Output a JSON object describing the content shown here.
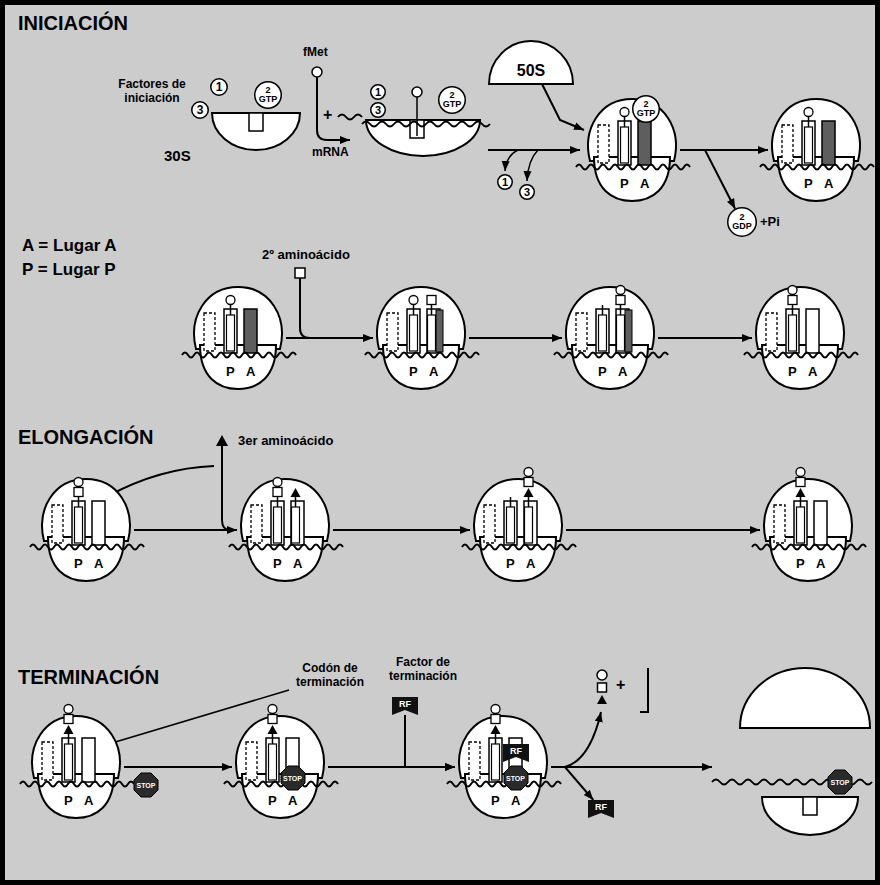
{
  "diagram": {
    "nodes": [
      {
        "text": [
          "1"
        ]
      },
      {
        "text": [
          "3"
        ]
      },
      {
        "text": [
          "2",
          "GTP"
        ]
      },
      {
        "text": [
          "30S"
        ]
      },
      {
        "text": [
          "1"
        ]
      },
      {
        "text": [
          "3"
        ]
      },
      {
        "text": [
          "2",
          "GTP"
        ]
      },
      {
        "text": [
          "50S"
        ]
      },
      {
        "text": [
          "P",
          "A"
        ]
      },
      {
        "text": [
          "2",
          "GTP"
        ],
        "in": 8
      },
      {
        "text": [
          "1"
        ]
      },
      {
        "text": [
          "3"
        ]
      },
      {
        "text": [
          "P",
          "A"
        ]
      },
      {
        "text": [
          "2",
          "GDP"
        ]
      },
      {
        "text": [
          "P",
          "A"
        ]
      },
      {
        "text": [
          "P",
          "A"
        ]
      },
      {
        "text": [
          "P",
          "A"
        ]
      },
      {
        "text": [
          "P",
          "A"
        ]
      },
      {
        "text": [
          "P",
          "A"
        ]
      },
      {
        "text": [
          "P",
          "A"
        ]
      },
      {
        "text": [
          "P",
          "A"
        ]
      },
      {
        "text": [
          "P",
          "A"
        ]
      },
      {
        "text": [
          "P",
          "A"
        ]
      },
      {
        "text": [
          "STOP"
        ]
      },
      {
        "text": [
          "P",
          "A"
        ]
      },
      {
        "text": [
          "STOP"
        ],
        "in": 24
      },
      {
        "text": [
          "RF"
        ]
      },
      {
        "text": [
          "P",
          "A"
        ]
      },
      {
        "text": [
          "RF"
        ],
        "in": 27
      },
      {
        "text": [
          "STOP"
        ],
        "in": 27
      },
      {
        "text": [
          "RF"
        ]
      },
      {
        "text": [
          "STOP"
        ]
      }
    ],
    "edges": [
      {
        "from": 7,
        "to": 8,
        "arrow": "to"
      },
      {
        "from": 8,
        "to": 12,
        "arrow": "to"
      },
      {
        "from": 8,
        "to": 13,
        "arrow": "to"
      },
      {
        "from": 14,
        "to": 15,
        "arrow": "to"
      },
      {
        "from": 15,
        "to": 16,
        "arrow": "to"
      },
      {
        "from": 16,
        "to": 17,
        "arrow": "to"
      },
      {
        "from": 18,
        "to": 19,
        "arrow": "to"
      },
      {
        "from": 19,
        "to": 20,
        "arrow": "to"
      },
      {
        "from": 20,
        "to": 21,
        "arrow": "to"
      },
      {
        "from": 22,
        "to": 24,
        "arrow": "to"
      },
      {
        "from": 24,
        "to": 27,
        "arrow": "to"
      },
      {
        "from": 26,
        "to": 27,
        "arrow": "to"
      },
      {
        "from": 27,
        "to": 30,
        "arrow": "to"
      }
    ],
    "labels": [
      "INICIACIÓN",
      "Factores de iniciación",
      "fMet",
      "+",
      "mRNA",
      "+Pi",
      "A = Lugar A",
      "P = Lugar P",
      "2º aminoácido",
      "ELONGACIÓN",
      "3er aminoácido",
      "TERMINACIÓN",
      "Codón de terminación",
      "Factor de terminación",
      "+"
    ]
  }
}
